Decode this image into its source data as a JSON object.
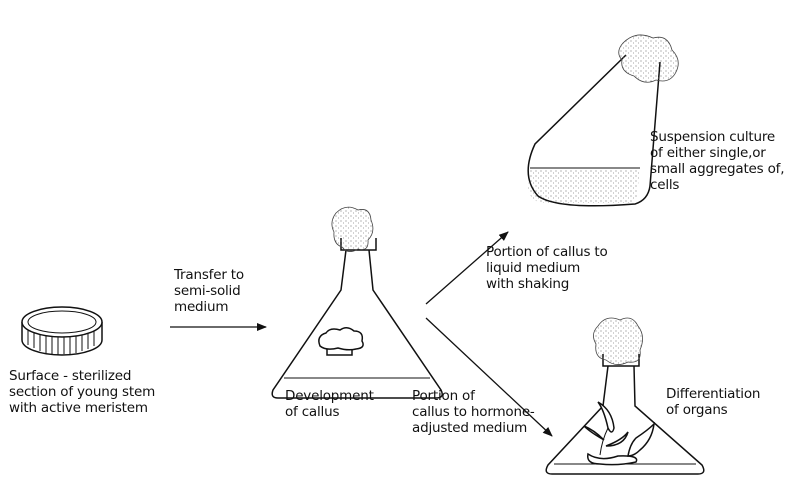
{
  "labels": {
    "stem_section": "Surface - sterilized\nsection of young stem\nwith active meristem",
    "transfer": "Transfer to\nsemi-solid\nmedium",
    "callus_dev": "Development\nof callus",
    "to_liquid": "Portion of callus to\nliquid medium\nwith shaking",
    "to_hormone": "Portion of\ncallus to hormone-\nadjusted medium",
    "suspension": "Suspension culture\nof either single,or\nsmall aggregates of,\ncells",
    "differentiation": "Differentiation\nof organs"
  },
  "colors": {
    "ink": "#111111",
    "stipple": "#555555",
    "paper": "#ffffff"
  }
}
